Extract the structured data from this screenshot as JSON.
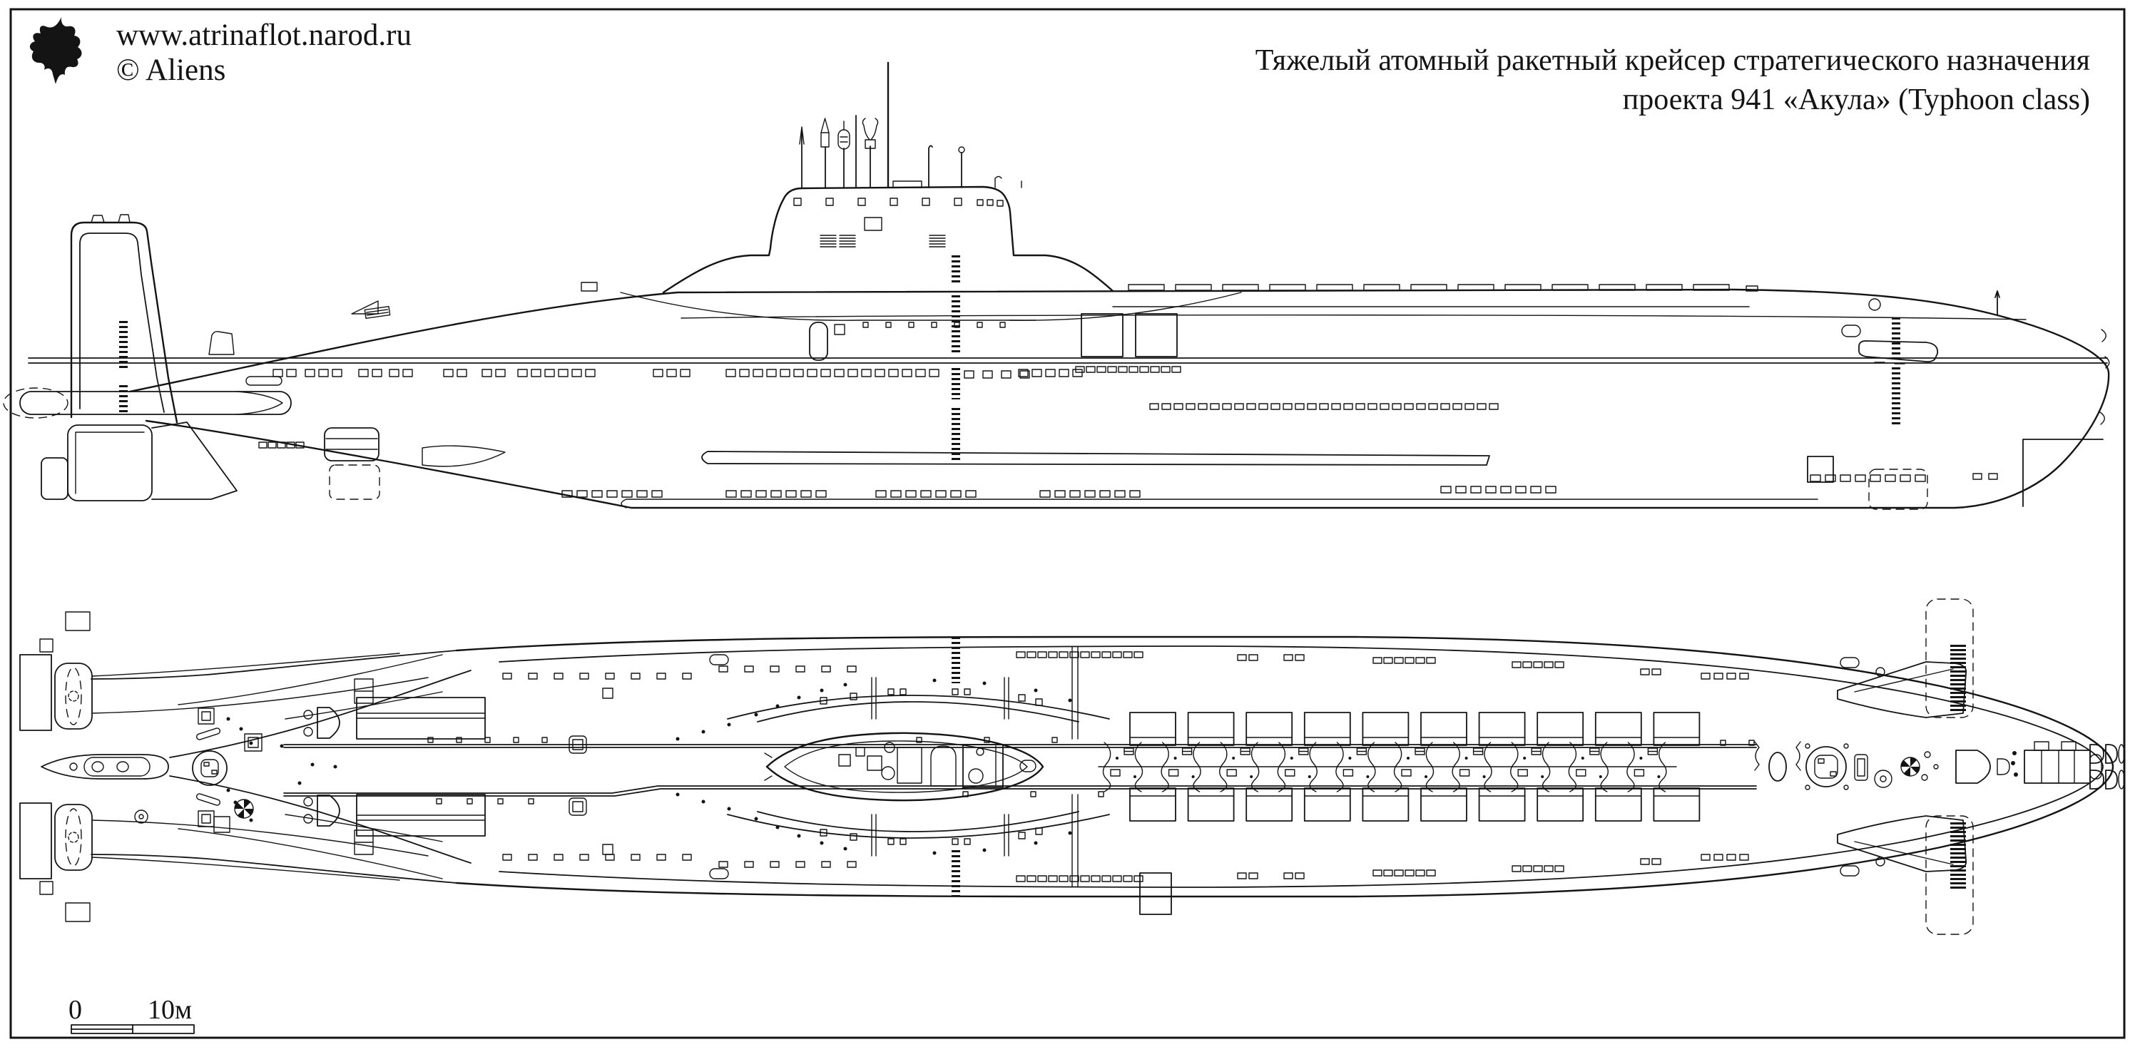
{
  "page": {
    "background": "#ffffff",
    "ink_color": "#141414",
    "kind": "naval blueprint line drawing"
  },
  "header": {
    "url": "www.atrinaflot.narod.ru",
    "credit": "© Aliens",
    "logo_icon": "aliens-bat-logo",
    "logo_text": "Aliens"
  },
  "title": {
    "line1": "Тяжелый атомный ракетный крейсер стратегического назначения",
    "line2": "проекта 941 «Акула» (Typhoon class)"
  },
  "scale_bar": {
    "start_label": "0",
    "end_label": "10м"
  }
}
